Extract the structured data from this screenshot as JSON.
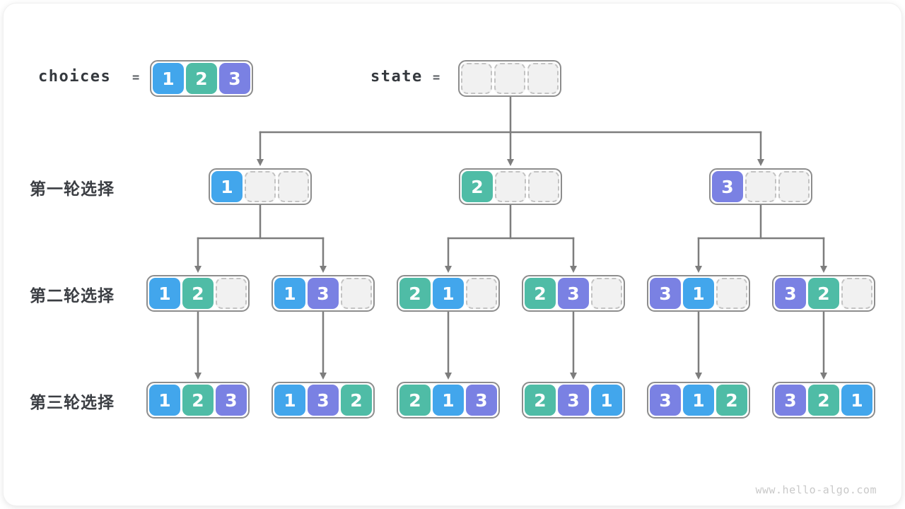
{
  "colors": {
    "cell_1": "#42A6EC",
    "cell_2": "#4FBCA6",
    "cell_3": "#7A81E3",
    "container_border": "#8D8D8D",
    "edge": "#7D7D7D",
    "empty_cell_bg": "#F1F1F1",
    "empty_cell_border": "#C3C3C3",
    "label_text": "#3B3E43",
    "watermark_text": "#C9C9C9"
  },
  "header": {
    "choices_label": "choices",
    "choices_equals": "=",
    "choices_values": [
      "1",
      "2",
      "3"
    ],
    "state_label": "state",
    "state_equals": "=",
    "state_values": [
      null,
      null,
      null
    ]
  },
  "rows": [
    {
      "label": "第一轮选择",
      "nodes": [
        [
          "1",
          null,
          null
        ],
        [
          "2",
          null,
          null
        ],
        [
          "3",
          null,
          null
        ]
      ]
    },
    {
      "label": "第二轮选择",
      "nodes": [
        [
          "1",
          "2",
          null
        ],
        [
          "1",
          "3",
          null
        ],
        [
          "2",
          "1",
          null
        ],
        [
          "2",
          "3",
          null
        ],
        [
          "3",
          "1",
          null
        ],
        [
          "3",
          "2",
          null
        ]
      ]
    },
    {
      "label": "第三轮选择",
      "nodes": [
        [
          "1",
          "2",
          "3"
        ],
        [
          "1",
          "3",
          "2"
        ],
        [
          "2",
          "1",
          "3"
        ],
        [
          "2",
          "3",
          "1"
        ],
        [
          "3",
          "1",
          "2"
        ],
        [
          "3",
          "2",
          "1"
        ]
      ]
    }
  ],
  "watermark": "www.hello-algo.com"
}
